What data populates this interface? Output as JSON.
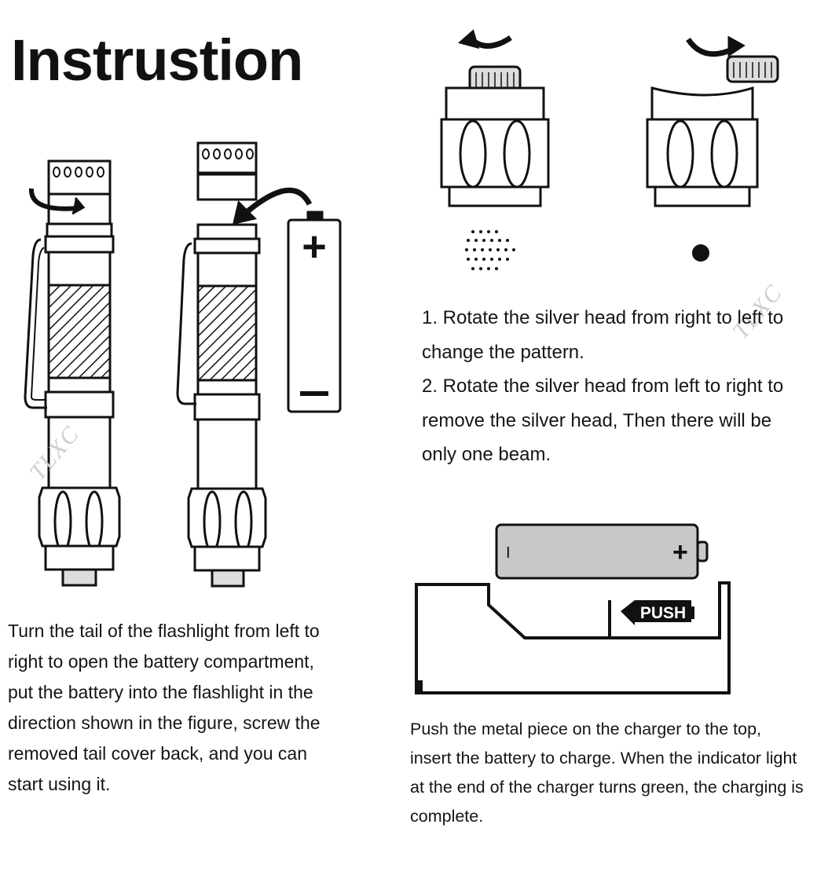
{
  "heading": "Instrustion",
  "watermark": "TLXC",
  "battery_insert_text": "Turn the tail of the flashlight from left to right to open the battery compartment, put the battery into the flashlight in the direction shown in the figure, screw the removed tail cover back, and you can start using it.",
  "head_steps": {
    "step1": "1. Rotate the silver head from right to left to change the pattern.",
    "step2": "2. Rotate the silver head from left to right to remove the silver head, Then there will be only one beam."
  },
  "charger": {
    "push_label": "PUSH",
    "battery_minus": "I",
    "battery_plus": "+",
    "text": "Push the metal piece on the charger to the top, insert the battery to charge. When the indicator light at the end of the charger turns green, the charging is complete."
  },
  "battery": {
    "plus": "+",
    "minus": "—"
  }
}
